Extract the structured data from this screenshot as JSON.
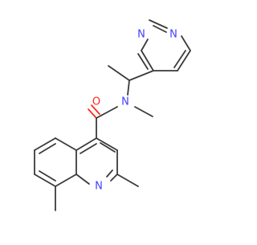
{
  "molecule": {
    "atom_labels": {
      "carbonyl_oxygen": "O",
      "amide_nitrogen": "N",
      "pyrimidine_n1": "N",
      "pyrimidine_n3": "N",
      "quinoline_nitrogen": "N"
    },
    "colors": {
      "bond": "#3a3a3a",
      "oxygen": "#ff2a1a",
      "nitrogen": "#4040ff",
      "background": "#ffffff"
    }
  }
}
